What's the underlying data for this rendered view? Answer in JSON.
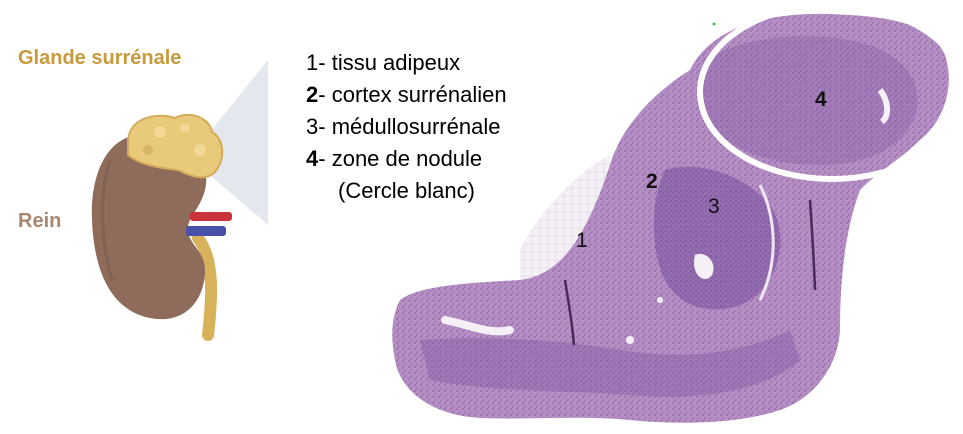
{
  "illustration": {
    "adrenal_label": "Glande surrénale",
    "kidney_label": "Rein",
    "adrenal_label_color": "#c89a3c",
    "kidney_label_color": "#a8886c",
    "kidney_color": "#8e6b5a",
    "adrenal_color": "#e9c97a",
    "artery_color": "#c8343a",
    "vein_color": "#4a4fa8",
    "ureter_color": "#d8b25a"
  },
  "legend": {
    "items": [
      {
        "num": "1",
        "sep": "- ",
        "text": "tissu adipeux",
        "bold": false
      },
      {
        "num": "2",
        "sep": "- ",
        "text": "cortex surrénalien",
        "bold": true
      },
      {
        "num": "3",
        "sep": "- ",
        "text": "médullosurrénale",
        "bold": false
      },
      {
        "num": "4",
        "sep": "- ",
        "text": "zone de nodule",
        "bold": true
      }
    ],
    "continuation": "(Cercle blanc)"
  },
  "histology": {
    "tissue_color": "#b78fc3",
    "dense_color": "#8a63a8",
    "markers": [
      {
        "label": "1",
        "bold": false
      },
      {
        "label": "2",
        "bold": true
      },
      {
        "label": "3",
        "bold": false
      },
      {
        "label": "4",
        "bold": true
      }
    ]
  }
}
